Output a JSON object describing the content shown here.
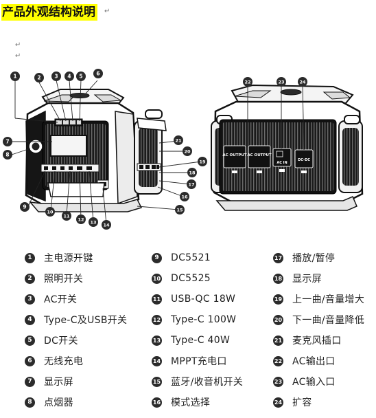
{
  "title": "产品外观结构说明",
  "return_mark": "↵",
  "callouts": [
    "1",
    "2",
    "3",
    "4",
    "5",
    "6",
    "7",
    "8",
    "9",
    "10",
    "11",
    "12",
    "13",
    "14",
    "15",
    "16",
    "17",
    "18",
    "19",
    "20",
    "21",
    "22",
    "23",
    "24"
  ],
  "panel_labels": {
    "ac_output": "AC OUTPUT",
    "ac_output_2": "AC OUTPUT",
    "ac_in": "AC IN",
    "dc_dc": "DC-DC"
  },
  "legend": {
    "col1": [
      {
        "num": "1",
        "label": "主电源开键"
      },
      {
        "num": "2",
        "label": "照明开关"
      },
      {
        "num": "3",
        "label": "AC开关"
      },
      {
        "num": "4",
        "label": "Type-C及USB开关"
      },
      {
        "num": "5",
        "label": "DC开关"
      },
      {
        "num": "6",
        "label": "无线充电"
      },
      {
        "num": "7",
        "label": "显示屏"
      },
      {
        "num": "8",
        "label": "点烟器"
      }
    ],
    "col2": [
      {
        "num": "9",
        "label": "DC5521"
      },
      {
        "num": "10",
        "label": "DC5525"
      },
      {
        "num": "11",
        "label": "USB-QC 18W"
      },
      {
        "num": "12",
        "label": "Type-C 100W"
      },
      {
        "num": "13",
        "label": "Type-C 40W"
      },
      {
        "num": "14",
        "label": "MPPT充电口"
      },
      {
        "num": "15",
        "label": "蓝牙/收音机开关"
      },
      {
        "num": "16",
        "label": "模式选择"
      }
    ],
    "col3": [
      {
        "num": "17",
        "label": "播放/暂停"
      },
      {
        "num": "18",
        "label": "显示屏"
      },
      {
        "num": "19",
        "label": "上一曲/音量增大"
      },
      {
        "num": "20",
        "label": "下一曲/音量降低"
      },
      {
        "num": "21",
        "label": "麦克风插口"
      },
      {
        "num": "22",
        "label": "AC输出口"
      },
      {
        "num": "23",
        "label": "AC输入口"
      },
      {
        "num": "24",
        "label": "扩容"
      }
    ]
  }
}
